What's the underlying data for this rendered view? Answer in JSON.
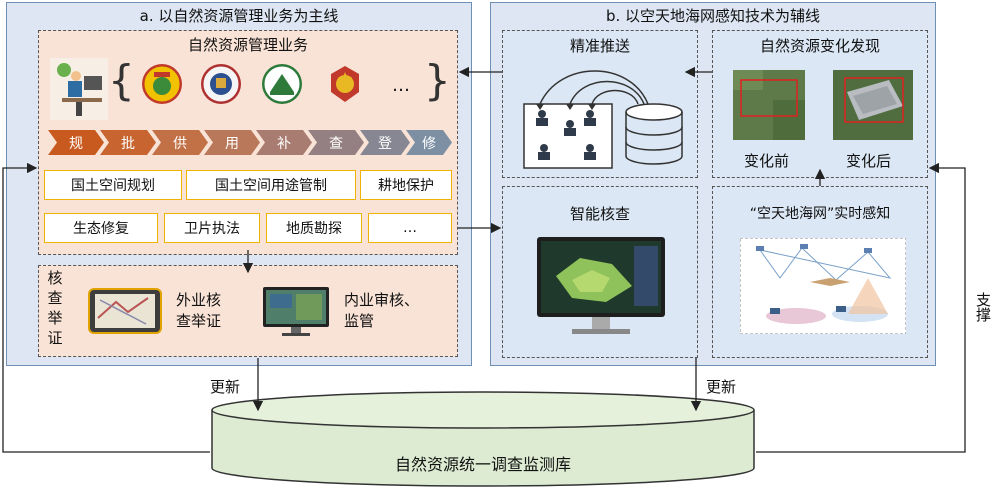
{
  "panel_a": {
    "title": "a. 以自然资源管理业务为主线",
    "business": {
      "title": "自然资源管理业务",
      "ellipsis": "…",
      "steps": [
        "规",
        "批",
        "供",
        "用",
        "补",
        "查",
        "登",
        "修"
      ],
      "tags_row1": [
        "国土空间规划",
        "国土空间用途管制",
        "耕地保护"
      ],
      "tags_row2": [
        "生态修复",
        "卫片执法",
        "地质勘探",
        "…"
      ]
    },
    "inspection": {
      "title_chars": [
        "核",
        "查",
        "举",
        "证"
      ],
      "field_label": "外业核\n查举证",
      "office_label": "内业审核、\n监管"
    }
  },
  "panel_b": {
    "title": "b. 以空天地海网感知技术为辅线",
    "push": {
      "title": "精准推送"
    },
    "change": {
      "title": "自然资源变化发现",
      "before": "变化前",
      "after": "变化后"
    },
    "check": {
      "title": "智能核查"
    },
    "sense": {
      "title": "“空天地海网”实时感知"
    }
  },
  "labels": {
    "update_left": "更新",
    "update_right": "更新",
    "support": "支撑"
  },
  "database": {
    "label": "自然资源统一调查监测库"
  },
  "colors": {
    "panel_bg": "#dde6f2",
    "peach": "#f9e3d6",
    "tag_border": "#f0b400",
    "db_fill": "#dcebd2"
  }
}
